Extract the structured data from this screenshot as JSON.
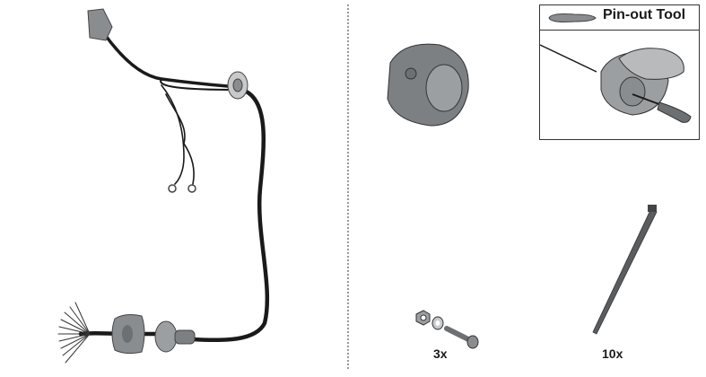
{
  "pinout_box": {
    "title": "Pin-out Tool"
  },
  "quantities": {
    "bolts": "3x",
    "cable_ties": "10x"
  },
  "colors": {
    "cable": "#1a1a1a",
    "plastic": "#8a8d90",
    "divider": "#555555"
  }
}
